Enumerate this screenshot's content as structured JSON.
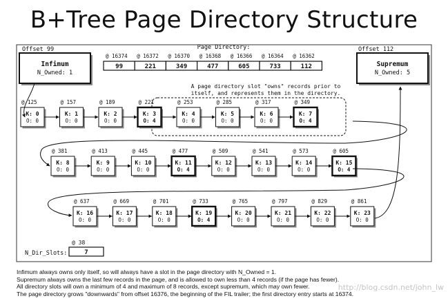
{
  "title": "B+Tree Page Directory Structure",
  "infimum": {
    "offset": "Offset 99",
    "name": "Infimum",
    "owned": "N_Owned: 1"
  },
  "supremum": {
    "offset": "Offset 112",
    "name": "Supremum",
    "owned": "N_Owned: 5"
  },
  "directory": {
    "label": "Page Directory:",
    "slots": [
      {
        "addr": "@ 16374",
        "value": "99"
      },
      {
        "addr": "@ 16372",
        "value": "221"
      },
      {
        "addr": "@ 16370",
        "value": "349"
      },
      {
        "addr": "@ 16368",
        "value": "477"
      },
      {
        "addr": "@ 16366",
        "value": "605"
      },
      {
        "addr": "@ 16364",
        "value": "733"
      },
      {
        "addr": "@ 16362",
        "value": "112"
      }
    ]
  },
  "annotation": [
    "A page directory slot \"owns\" records prior to",
    "itself, and represents them in the directory."
  ],
  "rows": [
    [
      {
        "addr": "@ 125",
        "k": "K: 0",
        "o": "O: 0",
        "owner": false
      },
      {
        "addr": "@ 157",
        "k": "K: 1",
        "o": "O: 0",
        "owner": false
      },
      {
        "addr": "@ 189",
        "k": "K: 2",
        "o": "O: 0",
        "owner": false
      },
      {
        "addr": "@ 221",
        "k": "K: 3",
        "o": "O: 4",
        "owner": true
      },
      {
        "addr": "@ 253",
        "k": "K: 4",
        "o": "O: 0",
        "owner": false
      },
      {
        "addr": "@ 285",
        "k": "K: 5",
        "o": "O: 0",
        "owner": false
      },
      {
        "addr": "@ 317",
        "k": "K: 6",
        "o": "O: 0",
        "owner": false
      },
      {
        "addr": "@ 349",
        "k": "K: 7",
        "o": "O: 4",
        "owner": true
      }
    ],
    [
      {
        "addr": "@ 381",
        "k": "K: 8",
        "o": "O: 0",
        "owner": false
      },
      {
        "addr": "@ 413",
        "k": "K: 9",
        "o": "O: 0",
        "owner": false
      },
      {
        "addr": "@ 445",
        "k": "K: 10",
        "o": "O: 0",
        "owner": false
      },
      {
        "addr": "@ 477",
        "k": "K: 11",
        "o": "O: 4",
        "owner": true
      },
      {
        "addr": "@ 509",
        "k": "K: 12",
        "o": "O: 0",
        "owner": false
      },
      {
        "addr": "@ 541",
        "k": "K: 13",
        "o": "O: 0",
        "owner": false
      },
      {
        "addr": "@ 573",
        "k": "K: 14",
        "o": "O: 0",
        "owner": false
      },
      {
        "addr": "@ 605",
        "k": "K: 15",
        "o": "O: 4",
        "owner": true
      }
    ],
    [
      {
        "addr": "@ 637",
        "k": "K: 16",
        "o": "O: 0",
        "owner": false
      },
      {
        "addr": "@ 669",
        "k": "K: 17",
        "o": "O: 0",
        "owner": false
      },
      {
        "addr": "@ 701",
        "k": "K: 18",
        "o": "O: 0",
        "owner": false
      },
      {
        "addr": "@ 733",
        "k": "K: 19",
        "o": "O: 4",
        "owner": true
      },
      {
        "addr": "@ 765",
        "k": "K: 20",
        "o": "O: 0",
        "owner": false
      },
      {
        "addr": "@ 797",
        "k": "K: 21",
        "o": "O: 0",
        "owner": false
      },
      {
        "addr": "@ 829",
        "k": "K: 22",
        "o": "O: 0",
        "owner": false
      },
      {
        "addr": "@ 861",
        "k": "K: 23",
        "o": "O: 0",
        "owner": false
      }
    ]
  ],
  "ndir": {
    "addr": "@ 38",
    "label": "N_Dir_Slots:",
    "value": "7"
  },
  "notes": [
    "Infimum always owns only itself, so will always have a slot in the page directory with N_Owned = 1.",
    "Supremum always owns the last few records in the page, and is allowed to own less than 4 records (if the page has fewer).",
    "All directory slots will own a minimum of 4 and maximum of 8 records, except supremum, which may own fewer.",
    "The page directory grows \"downwards\" from offset 16376, the beginning of the FIL trailer; the first directory entry starts at 16374."
  ],
  "watermark": "http://blog.csdn.net/john_lw",
  "colors": {
    "ink": "#111111",
    "frame": "#333333",
    "shadow": "#8a8a8a"
  }
}
